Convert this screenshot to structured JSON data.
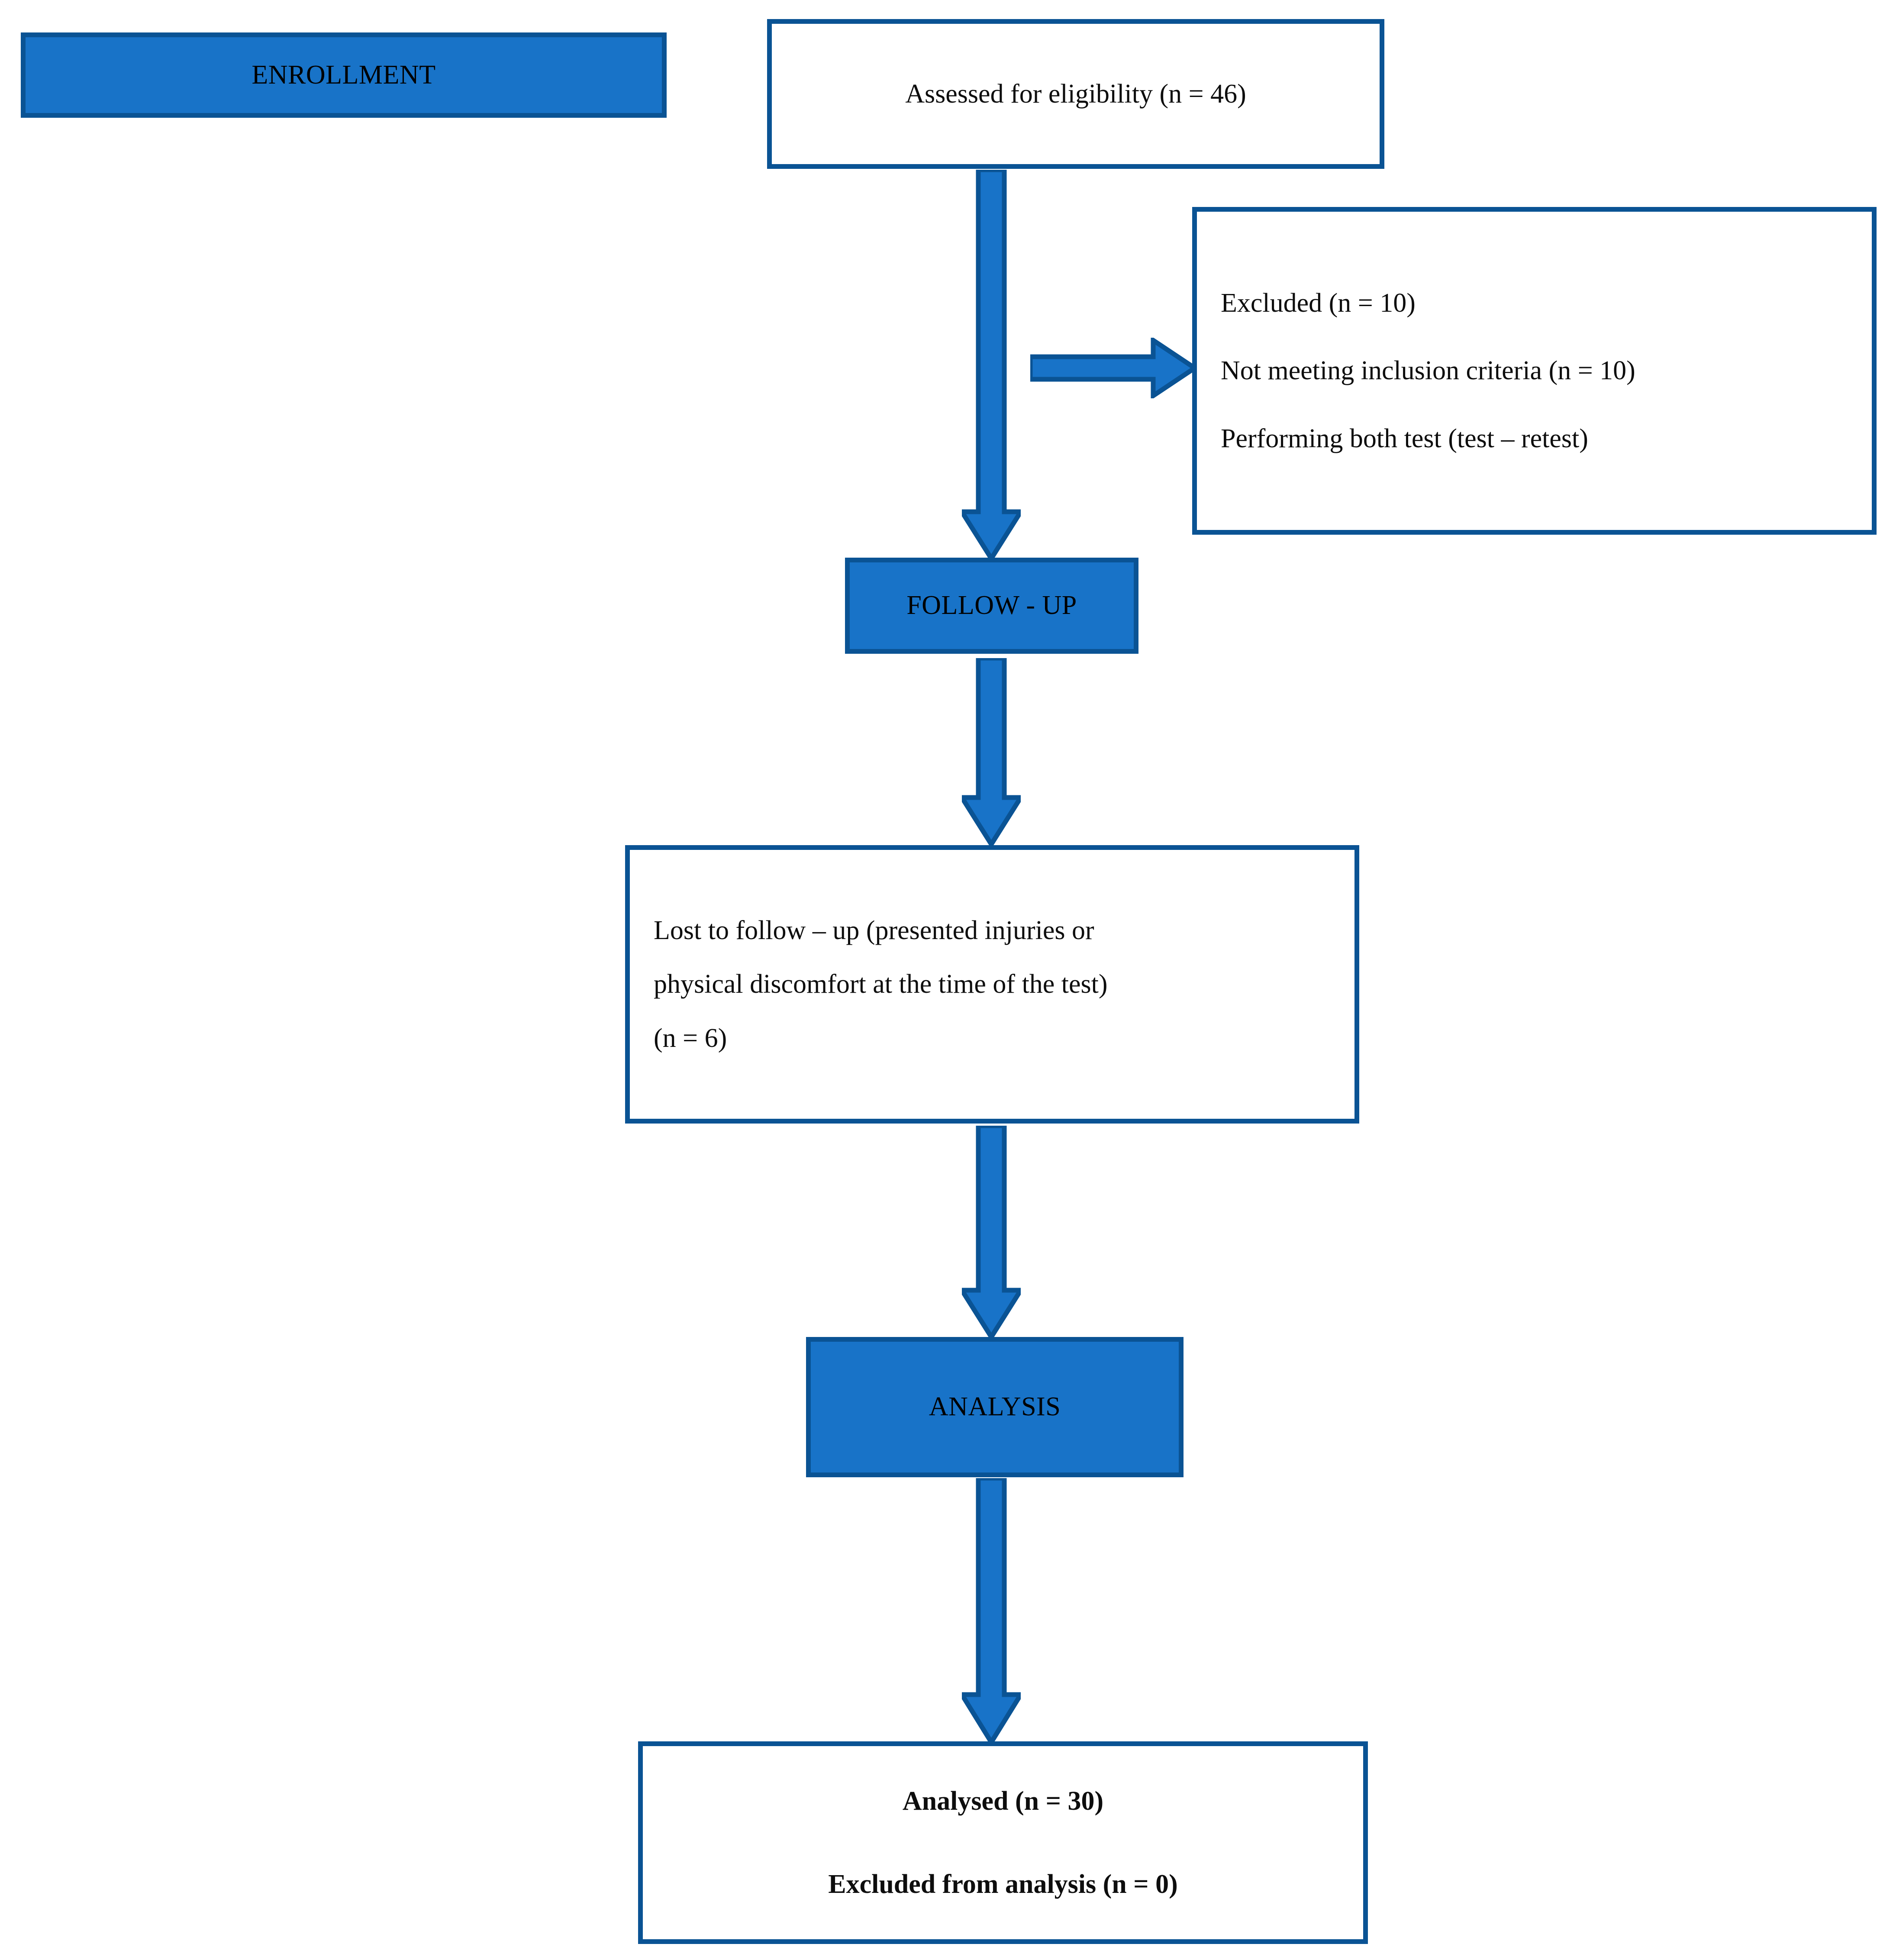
{
  "diagram": {
    "title": "CONSORT participant flow diagram",
    "colors": {
      "stage_fill": "#1873C8",
      "outline": "#0A5394",
      "arrow_fill": "#1873C8",
      "arrow_stroke": "#0A5394",
      "page_background": "#FFFFFF",
      "text": "#000000"
    }
  },
  "stages": {
    "enrollment": {
      "label": "ENROLLMENT"
    },
    "follow_up": {
      "label": "FOLLOW - UP"
    },
    "analysis": {
      "label": "ANALYSIS"
    }
  },
  "boxes": {
    "assessed": {
      "lines": [
        "Assessed for eligibility (n = 46)"
      ]
    },
    "excluded": {
      "lines": [
        "Excluded (n = 10)",
        "Not meeting inclusion criteria (n = 10)",
        "Performing both test (test – retest)"
      ]
    },
    "lost_to_follow_up": {
      "lines": [
        "Lost to follow – up (presented injuries or",
        "physical discomfort at the time of the test)",
        "(n = 6)"
      ]
    },
    "analysed": {
      "lines": [
        "Analysed (n = 30)",
        "Excluded from analysis (n = 0)"
      ]
    }
  },
  "arrows": {
    "assessed_to_followup": {
      "direction": "down"
    },
    "assessed_to_excluded": {
      "direction": "right"
    },
    "followup_to_lost": {
      "direction": "down"
    },
    "lost_to_analysis": {
      "direction": "down"
    },
    "analysis_to_analysed": {
      "direction": "down"
    }
  }
}
